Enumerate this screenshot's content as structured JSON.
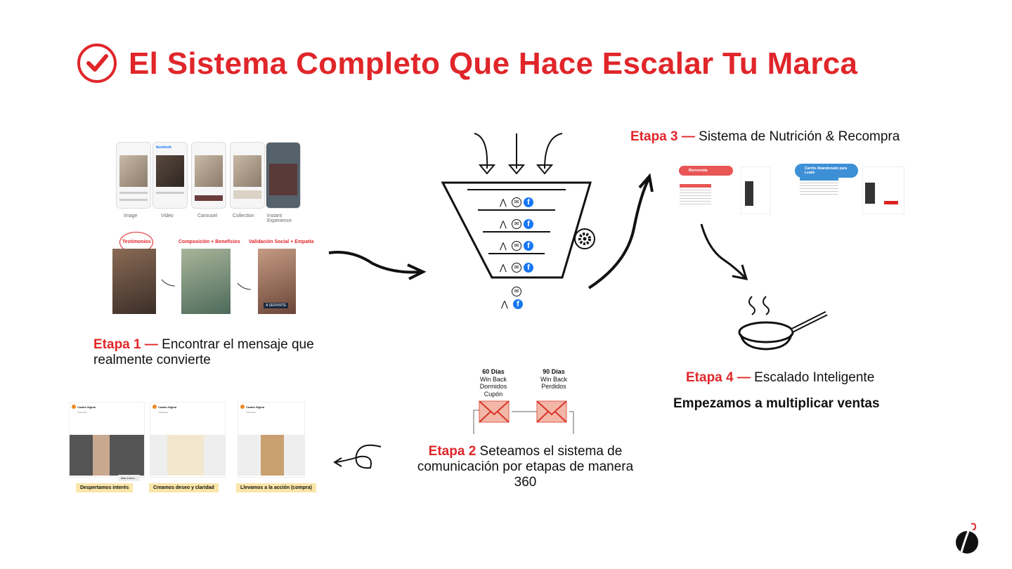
{
  "title": "El Sistema Completo Que Hace Escalar Tu Marca",
  "stage1": {
    "formats": [
      "Image",
      "Video",
      "Carousel",
      "Collection",
      "Instant Experience"
    ],
    "facebook_label": "facebook",
    "creative_labels": [
      "Testimonios",
      "Composición + Beneficios",
      "Validación Social + Empatía"
    ],
    "video_caption": "A SERVIRTE",
    "label": "Etapa 1 —",
    "text": "Encontrar el mensaje que realmente convierte"
  },
  "stage2": {
    "flow": [
      {
        "day": "60 Días",
        "desc": "Win Back Dormidos Cupón"
      },
      {
        "day": "90 Días",
        "desc": "Win Back Perdidos"
      }
    ],
    "label": "Etapa 2",
    "text": "Seteamos el sistema de comunicación por etapas de manera 360",
    "ads": [
      {
        "brand": "Cuatro Sigmo",
        "sub": "Publicidad",
        "tag": "Despertamos interés",
        "button": "Más inform..."
      },
      {
        "brand": "Cuatro Sigmo",
        "sub": "Publicidad",
        "tag": "Creamos deseo y claridad",
        "button": ""
      },
      {
        "brand": "Cuatro Sigmo",
        "sub": "Publicidad",
        "tag": "Llevamos a la acción (compra)",
        "button": ""
      }
    ]
  },
  "stage3": {
    "label": "Etapa 3 —",
    "text": "Sistema de Nutrición & Recompra",
    "emails": [
      "Bienvenida",
      "Carrito Abandonado para Leads"
    ]
  },
  "stage4": {
    "label": "Etapa 4 —",
    "text": "Escalado Inteligente",
    "tagline": "Empezamos a multiplicar ventas"
  },
  "icons": {
    "facebook": "f",
    "mail": "✉",
    "ads": "⋀"
  },
  "colors": {
    "accent": "#e0262a",
    "facebook": "#1877f2",
    "highlight": "#fbe6a8"
  }
}
